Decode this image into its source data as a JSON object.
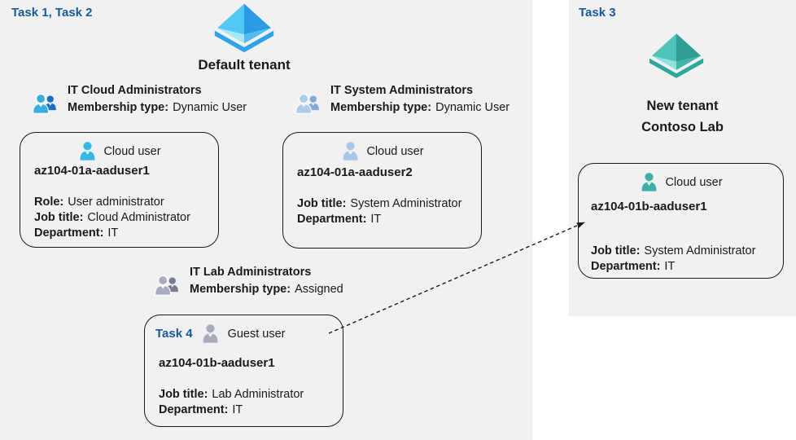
{
  "colors": {
    "background": "#ffffff",
    "panel_bg": "#f1f1f1",
    "task_blue": "#155a9e",
    "box_border": "#1a1a1a",
    "tenant_blue": {
      "top_left": "#54c8f4",
      "top_right": "#2b9be8",
      "bottom_left": "#a8e6fa",
      "bottom_right": "#50beef",
      "rim": "#2fa3ec"
    },
    "tenant_teal": {
      "top_left": "#4dc4ba",
      "top_right": "#2e9d92",
      "bottom_left": "#8fe2db",
      "bottom_right": "#41b5aa",
      "rim": "#2ea89c"
    },
    "user_icons": {
      "cyan": "#35b8e8",
      "steel": "#a8c8ea",
      "gray": "#a7abba",
      "teal": "#3eafa4"
    },
    "group_icons": {
      "blue": {
        "front": "#3baede",
        "back": "#1e6ec0"
      },
      "steel": {
        "front": "#aecbea",
        "back": "#84a9d8"
      },
      "gray": {
        "front": "#a9adbf",
        "back": "#767b92"
      }
    }
  },
  "left_panel": {
    "task_label": "Task 1, Task 2",
    "tenant_name": "Default tenant",
    "tenant_icon": "azure-tenant-icon-blue",
    "groups": [
      {
        "name": "IT Cloud Administrators",
        "icon": "group-people-icon-blue",
        "membership_label": "Membership type:",
        "membership_value": "Dynamic User",
        "user": {
          "icon": "person-icon-cyan",
          "type_label": "Cloud user",
          "username": "az104-01a-aaduser1",
          "fields": [
            {
              "label": "Role:",
              "value": "User administrator"
            },
            {
              "label": "Job title:",
              "value": "Cloud Administrator"
            },
            {
              "label": "Department:",
              "value": "IT"
            }
          ]
        }
      },
      {
        "name": "IT System Administrators",
        "icon": "group-people-icon-steel",
        "membership_label": "Membership type:",
        "membership_value": "Dynamic User",
        "user": {
          "icon": "person-icon-steel",
          "type_label": "Cloud user",
          "username": "az104-01a-aaduser2",
          "fields": [
            {
              "label": "Job title:",
              "value": "System Administrator"
            },
            {
              "label": "Department:",
              "value": "IT"
            }
          ]
        }
      },
      {
        "name": "IT Lab Administrators",
        "icon": "group-people-icon-gray",
        "membership_label": "Membership type:",
        "membership_value": "Assigned",
        "user": {
          "task_label": "Task 4",
          "icon": "person-icon-gray",
          "type_label": "Guest user",
          "username": "az104-01b-aaduser1",
          "fields": [
            {
              "label": "Job title:",
              "value": "Lab Administrator"
            },
            {
              "label": "Department:",
              "value": "IT"
            }
          ]
        }
      }
    ]
  },
  "right_panel": {
    "task_label": "Task 3",
    "tenant_icon": "azure-tenant-icon-teal",
    "tenant_name_line1": "New tenant",
    "tenant_name_line2": "Contoso Lab",
    "user": {
      "icon": "person-icon-teal",
      "type_label": "Cloud user",
      "username": "az104-01b-aaduser1",
      "fields": [
        {
          "label": "Job title:",
          "value": "System Administrator"
        },
        {
          "label": "Department:",
          "value": "IT"
        }
      ]
    }
  },
  "arrow": {
    "style": "dashed",
    "from": "guest-user-card",
    "to": "new-tenant-cloud-user-card"
  }
}
